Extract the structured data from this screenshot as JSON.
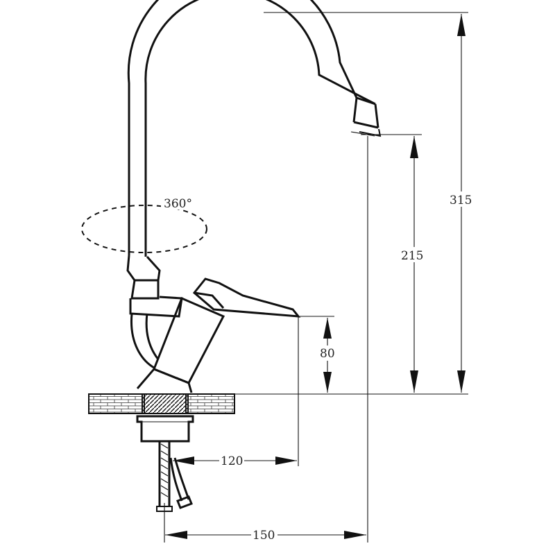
{
  "diagram": {
    "rotation_label": "360°",
    "dimensions": {
      "total_height": "315",
      "spout_height": "215",
      "lever_height": "80",
      "lever_reach": "120",
      "spout_reach": "150"
    }
  }
}
